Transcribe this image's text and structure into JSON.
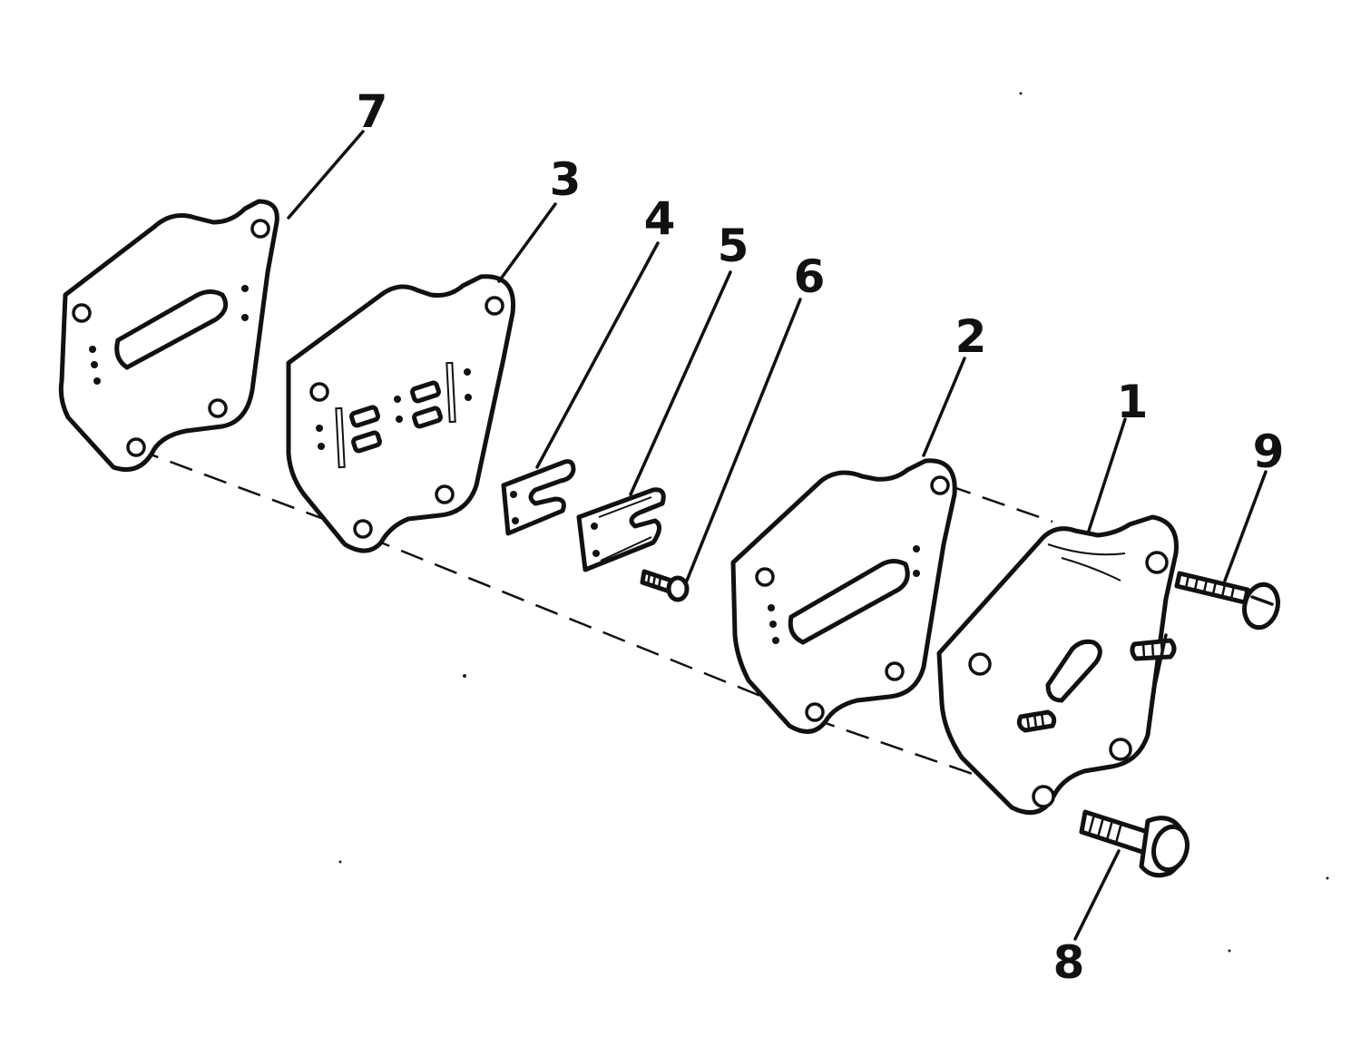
{
  "diagram": {
    "callouts": {
      "c1": "1",
      "c2": "2",
      "c3": "3",
      "c4": "4",
      "c5": "5",
      "c6": "6",
      "c7": "7",
      "c8": "8",
      "c9": "9"
    }
  },
  "colors": {
    "ink": "#111111",
    "paper": "#ffffff"
  }
}
